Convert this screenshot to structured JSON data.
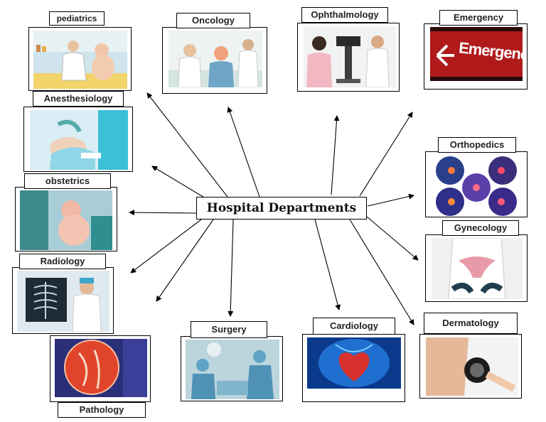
{
  "center": {
    "title": "Hospital Departments"
  },
  "departments": [
    {
      "id": "pediatrics",
      "label": "pediatrics"
    },
    {
      "id": "oncology",
      "label": "Oncology"
    },
    {
      "id": "ophthalmology",
      "label": "Ophthalmology"
    },
    {
      "id": "emergency",
      "label": "Emergency",
      "sign_text": "Emergency"
    },
    {
      "id": "anesthesiology",
      "label": "Anesthesiology"
    },
    {
      "id": "orthopedics",
      "label": "Orthopedics"
    },
    {
      "id": "obstetrics",
      "label": "obstetrics"
    },
    {
      "id": "gynecology",
      "label": "Gynecology"
    },
    {
      "id": "radiology",
      "label": "Radiology"
    },
    {
      "id": "dermatology",
      "label": "Dermatology"
    },
    {
      "id": "pathology",
      "label": "Pathology"
    },
    {
      "id": "surgery",
      "label": "Surgery"
    },
    {
      "id": "cardiology",
      "label": "Cardiology"
    }
  ],
  "colors": {
    "emergency_sign": "#b01a1a",
    "heart": "#d8322e",
    "petri": "#e0452b"
  }
}
